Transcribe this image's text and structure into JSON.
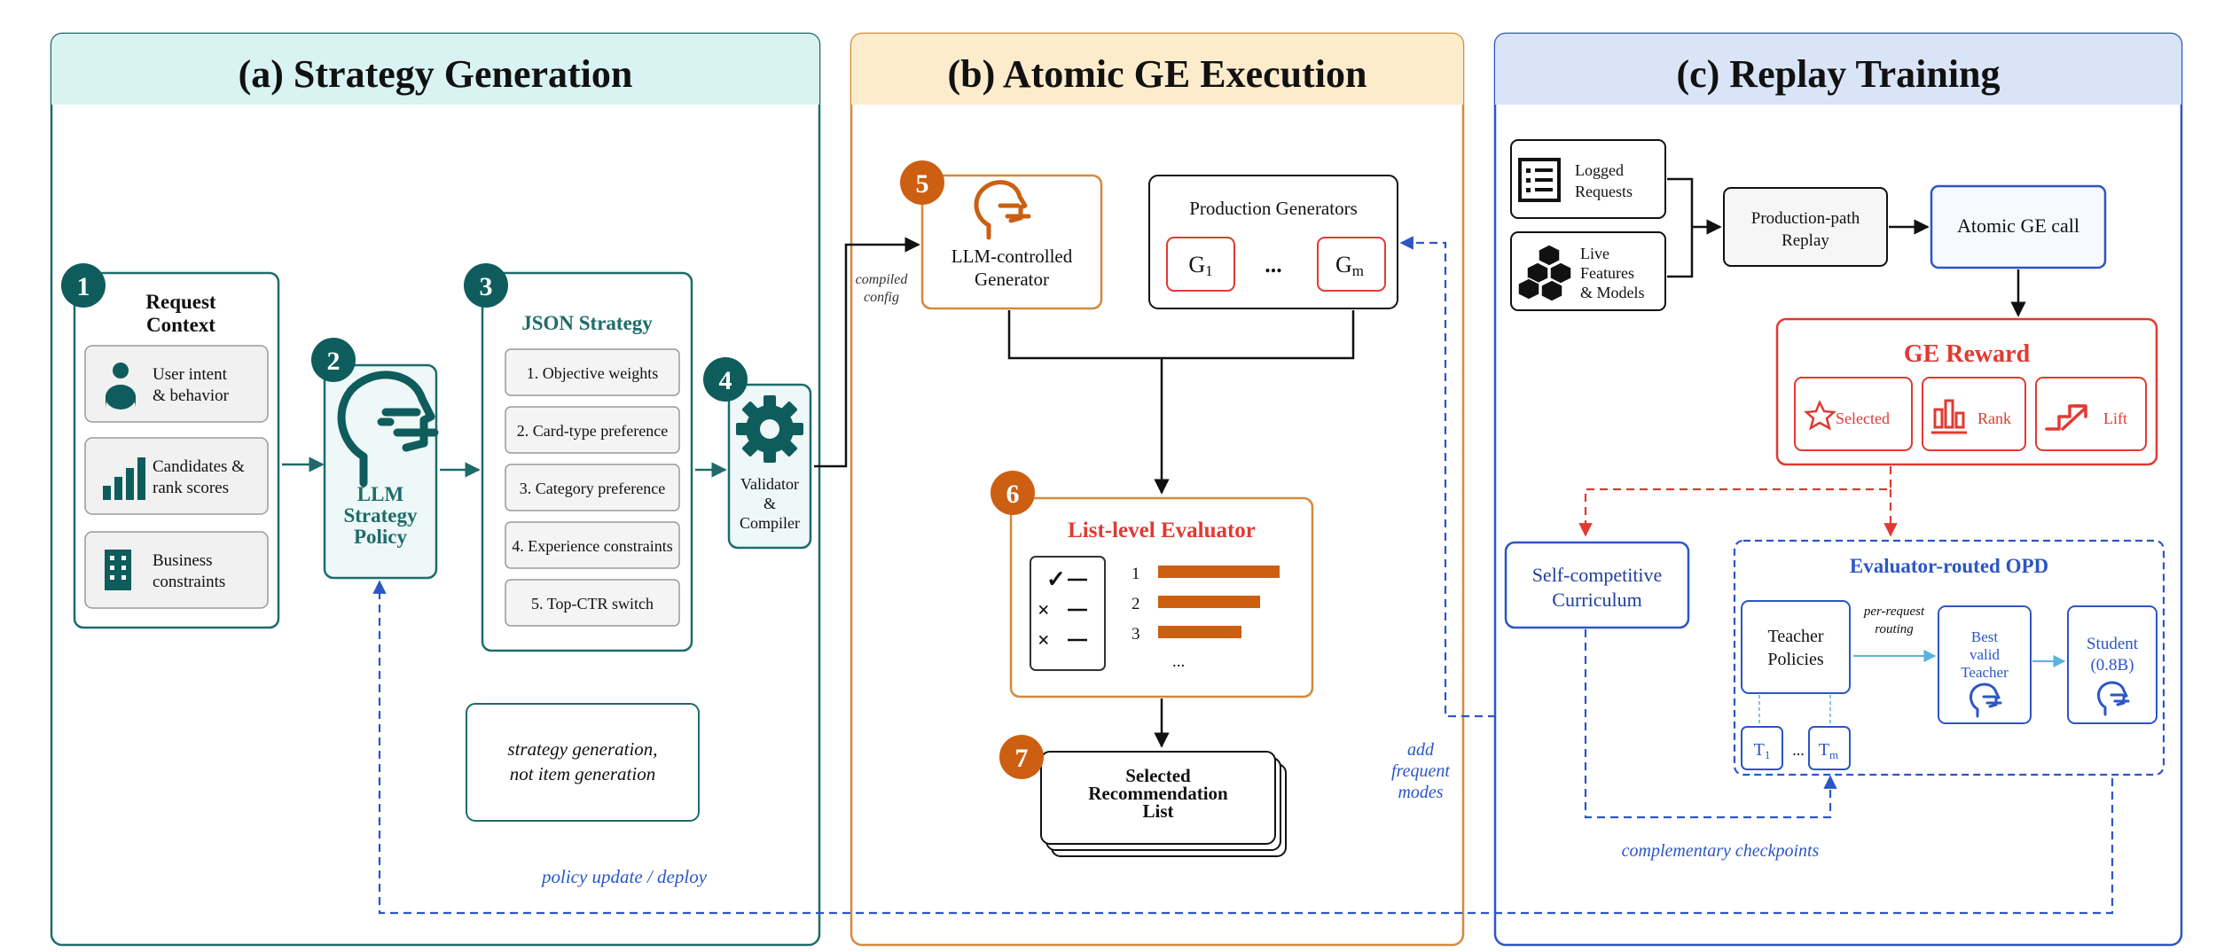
{
  "colors": {
    "teal": "#1f6b6b",
    "teal_dark": "#0f5c5c",
    "orange": "#cc5f12",
    "orange_border": "#d38a3c",
    "blue": "#2c56c4",
    "blue_dark": "#1f3f9c",
    "red": "#e03a32",
    "light_blue": "#5ab2e0",
    "panel_a_header": "#d9f2f2",
    "panel_b_header": "#fdeccc",
    "panel_c_header": "#d9e4f7"
  },
  "panels": {
    "a": {
      "title": "(a) Strategy Generation",
      "request_context": {
        "step": "1",
        "title_line1": "Request",
        "title_line2": "Context",
        "items": [
          {
            "icon": "user-icon",
            "line1": "User intent",
            "line2": "& behavior"
          },
          {
            "icon": "bar-chart-icon",
            "line1": "Candidates &",
            "line2": "rank scores"
          },
          {
            "icon": "building-icon",
            "line1": "Business",
            "line2": "constraints"
          }
        ]
      },
      "llm_policy": {
        "step": "2",
        "line1": "LLM",
        "line2": "Strategy",
        "line3": "Policy"
      },
      "json_strategy": {
        "step": "3",
        "title": "JSON Strategy",
        "items": [
          "1. Objective weights",
          "2. Card-type preference",
          "3. Category preference",
          "4. Experience constraints",
          "5. Top-CTR switch"
        ]
      },
      "validator": {
        "step": "4",
        "line1": "Validator",
        "line2": "&",
        "line3": "Compiler"
      },
      "note_line1": "strategy generation,",
      "note_line2": "not item generation",
      "policy_update": "policy update / deploy"
    },
    "b": {
      "title": "(b) Atomic GE Execution",
      "compiled_config_line1": "compiled",
      "compiled_config_line2": "config",
      "llm_generator": {
        "step": "5",
        "line1": "LLM-controlled",
        "line2": "Generator"
      },
      "production": {
        "title": "Production Generators",
        "g1": "G",
        "g1_sub": "1",
        "dots": "...",
        "gm": "G",
        "gm_sub": "m"
      },
      "evaluator": {
        "step": "6",
        "title": "List-level Evaluator",
        "checks": [
          "✓",
          "×",
          "×"
        ],
        "ranks": [
          "1",
          "2",
          "3"
        ],
        "bar_values": [
          0.95,
          0.8,
          0.65
        ],
        "more": "..."
      },
      "selected": {
        "step": "7",
        "line1": "Selected",
        "line2": "Recommendation",
        "line3": "List"
      },
      "add_frequent_line1": "add",
      "add_frequent_line2": "frequent",
      "add_frequent_line3": "modes"
    },
    "c": {
      "title": "(c) Replay Training",
      "logged": {
        "line1": "Logged",
        "line2": "Requests"
      },
      "live": {
        "line1": "Live",
        "line2": "Features",
        "line3": "& Models"
      },
      "replay": {
        "line1": "Production-path",
        "line2": "Replay"
      },
      "atomic_call": "Atomic GE call",
      "reward": {
        "title": "GE Reward",
        "selected": "Selected",
        "rank": "Rank",
        "lift": "Lift"
      },
      "curriculum": {
        "line1": "Self-competitive",
        "line2": "Curriculum"
      },
      "opd": {
        "title": "Evaluator-routed OPD",
        "teacher_line1": "Teacher",
        "teacher_line2": "Policies",
        "routing_line1": "per-request",
        "routing_line2": "routing",
        "best_line1": "Best",
        "best_line2": "valid",
        "best_line3": "Teacher",
        "student_line1": "Student",
        "student_line2": "(0.8B)",
        "t1": "T",
        "t1_sub": "1",
        "dots": "...",
        "tm": "T",
        "tm_sub": "m"
      },
      "complementary": "complementary checkpoints"
    }
  }
}
